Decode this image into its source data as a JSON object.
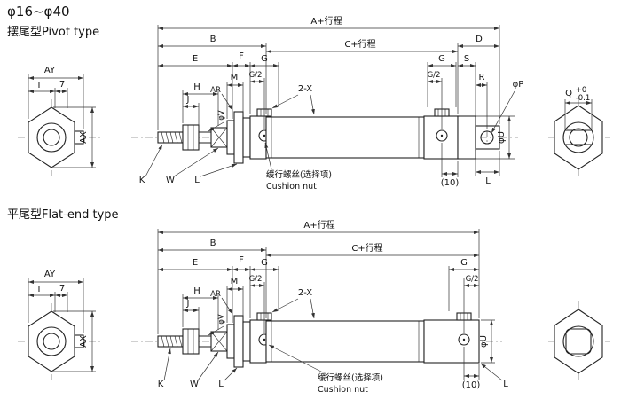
{
  "header": {
    "title": "φ16~φ40"
  },
  "pivot": {
    "type_label": "摆尾型Pivot type",
    "left_view": {
      "ay": "AY",
      "i": "I",
      "seven": "7",
      "ax": "AX"
    },
    "right_view": {
      "q": "Q",
      "tol_upper": "+0",
      "tol_lower": "-0.1"
    },
    "dims": {
      "a_stroke": "A+行程",
      "b": "B",
      "c_stroke": "C+行程",
      "d": "D",
      "e": "E",
      "f": "F",
      "g_front": "G",
      "g2_front": "G/2",
      "g_rear": "G",
      "g2_rear": "G/2",
      "s": "S",
      "r": "R",
      "h": "H",
      "j": "J",
      "m": "M",
      "ar": "AR",
      "phi_v": "φV",
      "phi_p": "φP",
      "phi_u": "φU",
      "two_x": "2-X",
      "k": "K",
      "w": "W",
      "l_front": "L",
      "ten": "(10)",
      "l_rear": "L"
    },
    "notes": {
      "cushion_cn": "缓行螺丝(选择项)",
      "cushion_en": "Cushion nut"
    }
  },
  "flat": {
    "type_label": "平尾型Flat-end type",
    "left_view": {
      "ay": "AY",
      "i": "I",
      "seven": "7",
      "ax": "AX"
    },
    "dims": {
      "a_stroke": "A+行程",
      "b": "B",
      "c_stroke": "C+行程",
      "e": "E",
      "f": "F",
      "g_front": "G",
      "g2_front": "G/2",
      "g_rear": "G",
      "g2_rear": "G/2",
      "h": "H",
      "j": "J",
      "m": "M",
      "ar": "AR",
      "phi_v": "φV",
      "phi_u": "φU",
      "two_x": "2-X",
      "k": "K",
      "w": "W",
      "l_front": "L",
      "ten": "(10)",
      "l_rear": "L"
    },
    "notes": {
      "cushion_cn": "缓行螺丝(选择项)",
      "cushion_en": "Cushion nut"
    }
  }
}
